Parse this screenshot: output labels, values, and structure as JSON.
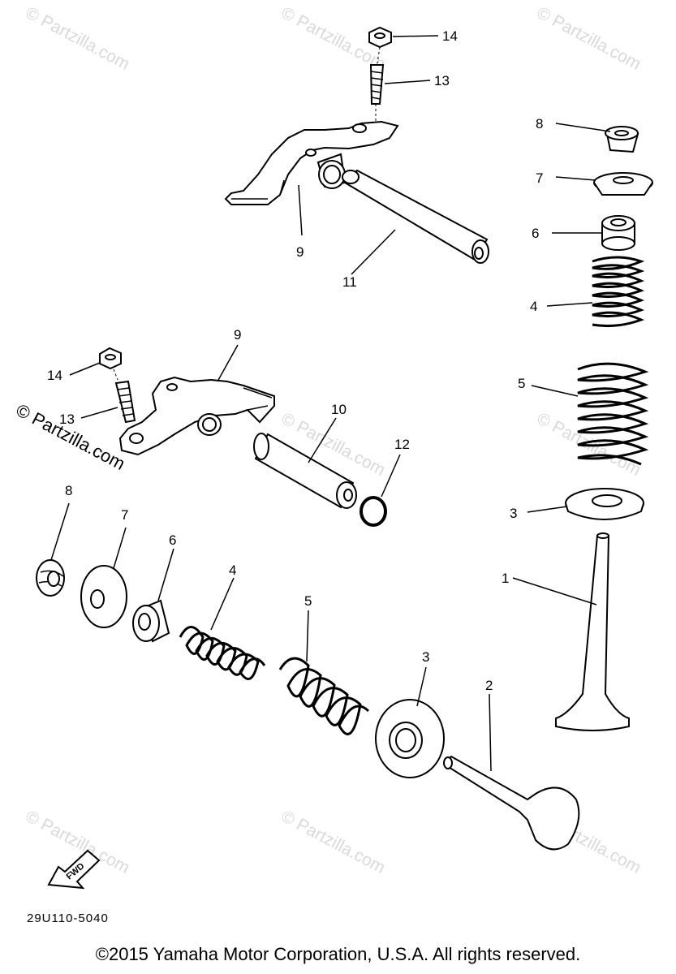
{
  "watermark": {
    "text": "© Partzilla.com"
  },
  "callouts": {
    "c14a": "14",
    "c13a": "13",
    "c9a": "9",
    "c11": "11",
    "c8a": "8",
    "c7a": "7",
    "c6a": "6",
    "c4a": "4",
    "c5a": "5",
    "c3a": "3",
    "c1": "1",
    "c9b": "9",
    "c14b": "14",
    "c13b": "13",
    "c10": "10",
    "c12": "12",
    "c8b": "8",
    "c7b": "7",
    "c6b": "6",
    "c4b": "4",
    "c5b": "5",
    "c3b": "3",
    "c2": "2"
  },
  "fwd_label": "FWD",
  "diagram_code": "29U110-5040",
  "copyright": "©2015  Yamaha Motor Corporation, U.S.A. All rights reserved."
}
